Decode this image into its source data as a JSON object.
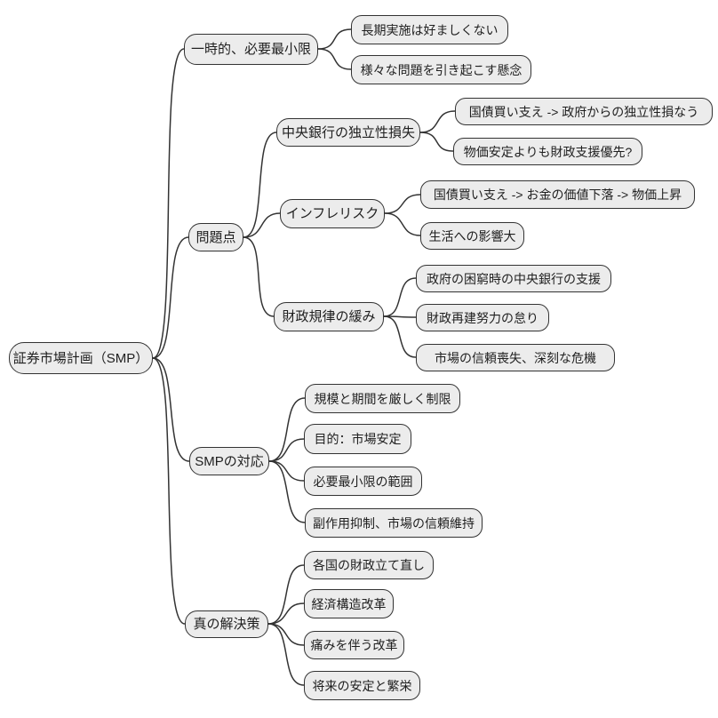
{
  "mindmap": {
    "root": {
      "label": "証券市場計画（SMP）"
    },
    "branches": [
      {
        "label": "一時的、必要最小限",
        "children": [
          {
            "label": "長期実施は好ましくない"
          },
          {
            "label": "様々な問題を引き起こす懸念"
          }
        ]
      },
      {
        "label": "問題点",
        "children": [
          {
            "label": "中央銀行の独立性損失",
            "children": [
              {
                "label": "国債買い支え -> 政府からの独立性損なう"
              },
              {
                "label": "物価安定よりも財政支援優先?"
              }
            ]
          },
          {
            "label": "インフレリスク",
            "children": [
              {
                "label": "国債買い支え -> お金の価値下落 -> 物価上昇"
              },
              {
                "label": "生活への影響大"
              }
            ]
          },
          {
            "label": "財政規律の緩み",
            "children": [
              {
                "label": "政府の困窮時の中央銀行の支援"
              },
              {
                "label": "財政再建努力の怠り"
              },
              {
                "label": "市場の信頼喪失、深刻な危機"
              }
            ]
          }
        ]
      },
      {
        "label": "SMPの対応",
        "children": [
          {
            "label": "規模と期間を厳しく制限"
          },
          {
            "label": "目的：市場安定"
          },
          {
            "label": "必要最小限の範囲"
          },
          {
            "label": "副作用抑制、市場の信頼維持"
          }
        ]
      },
      {
        "label": "真の解決策",
        "children": [
          {
            "label": "各国の財政立て直し"
          },
          {
            "label": "経済構造改革"
          },
          {
            "label": "痛みを伴う改革"
          },
          {
            "label": "将来の安定と繁栄"
          }
        ]
      }
    ]
  },
  "colors": {
    "canvas_bg": "#ffffff",
    "node_fill": "#ececec",
    "node_border": "#333333",
    "edge_stroke": "#333333"
  }
}
